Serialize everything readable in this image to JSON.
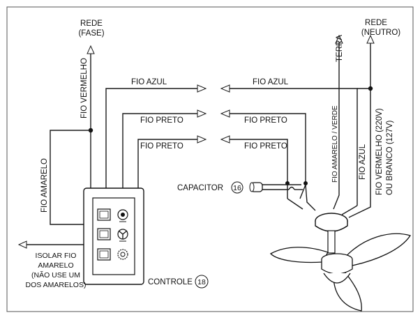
{
  "labels": {
    "rede_fase_1": "REDE",
    "rede_fase_2": "(FASE)",
    "rede_neutro_1": "REDE",
    "rede_neutro_2": "(NEUTRO)",
    "terra": "TERRA",
    "fio_vermelho_left": "FIO VERMELHO",
    "fio_amarelo_left": "FIO AMARELO",
    "fio_azul_left": "FIO AZUL",
    "fio_azul_right": "FIO AZUL",
    "fio_preto_1_left": "FIO PRETO",
    "fio_preto_1_right": "FIO PRETO",
    "fio_preto_2_left": "FIO PRETO",
    "fio_preto_2_right": "FIO PRETO",
    "fio_amarelo_verde": "FIO AMARELO / VERDE",
    "fio_azul_vertical": "FIO AZUL",
    "fio_vermelho_220": "FIO VERMELHO (220V)",
    "ou_branco_127": "OU BRANCO (127V)",
    "capacitor": "CAPACITOR",
    "capacitor_num": "16",
    "controle": "CONTROLE",
    "controle_num": "18",
    "isolar_1": "ISOLAR FIO",
    "isolar_2": "AMARELO",
    "isolar_3": "(NÃO USE UM",
    "isolar_4": "DOS AMARELOS)"
  }
}
